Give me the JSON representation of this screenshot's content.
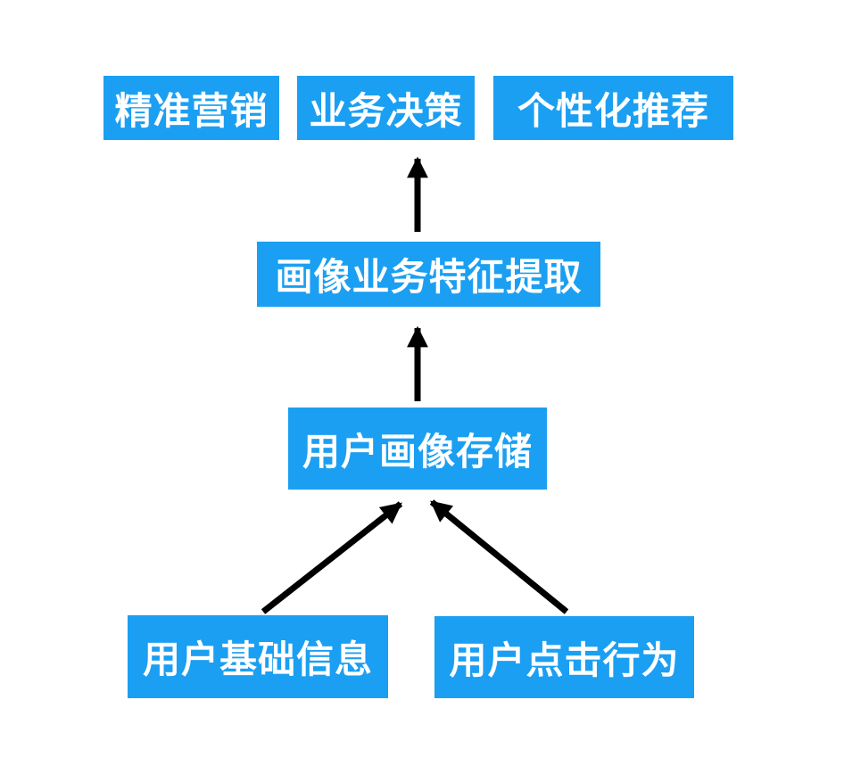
{
  "diagram": {
    "title": "",
    "nodes": {
      "precision_marketing": {
        "label": "精准营销"
      },
      "business_decision": {
        "label": "业务决策"
      },
      "personalized_recommendation": {
        "label": "个性化推荐"
      },
      "feature_extraction": {
        "label": "画像业务特征提取"
      },
      "profile_storage": {
        "label": "用户画像存储"
      },
      "user_basic_info": {
        "label": "用户基础信息"
      },
      "user_click_behavior": {
        "label": "用户点击行为"
      }
    },
    "edges": [
      {
        "from": "user_basic_info",
        "to": "profile_storage"
      },
      {
        "from": "user_click_behavior",
        "to": "profile_storage"
      },
      {
        "from": "profile_storage",
        "to": "feature_extraction"
      },
      {
        "from": "feature_extraction",
        "to": "business_decision"
      }
    ]
  },
  "colors": {
    "box_fill": "#1B9FF2",
    "box_text": "#FFFFFF",
    "arrow": "#000000",
    "background": "#FFFFFF"
  }
}
